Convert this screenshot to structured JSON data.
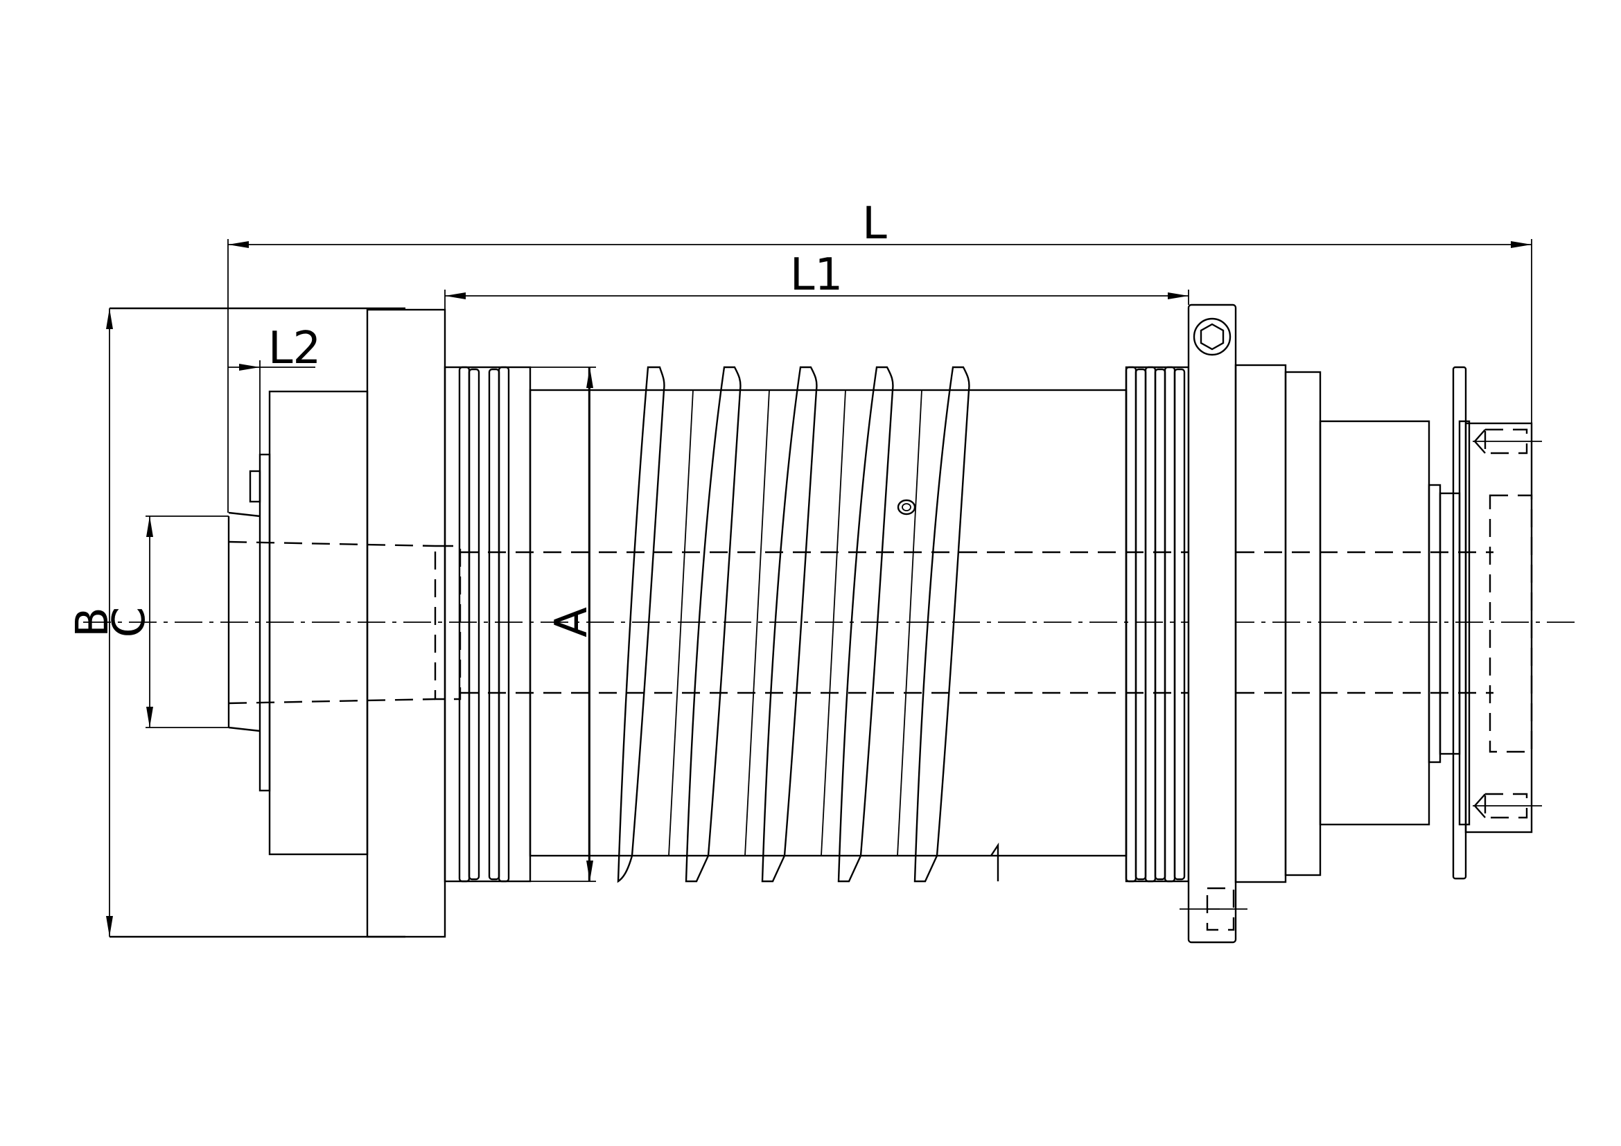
{
  "drawing": {
    "dimensions": {
      "L": "L",
      "L1": "L1",
      "L2": "L2",
      "A": "A",
      "B": "B",
      "C": "C"
    }
  }
}
